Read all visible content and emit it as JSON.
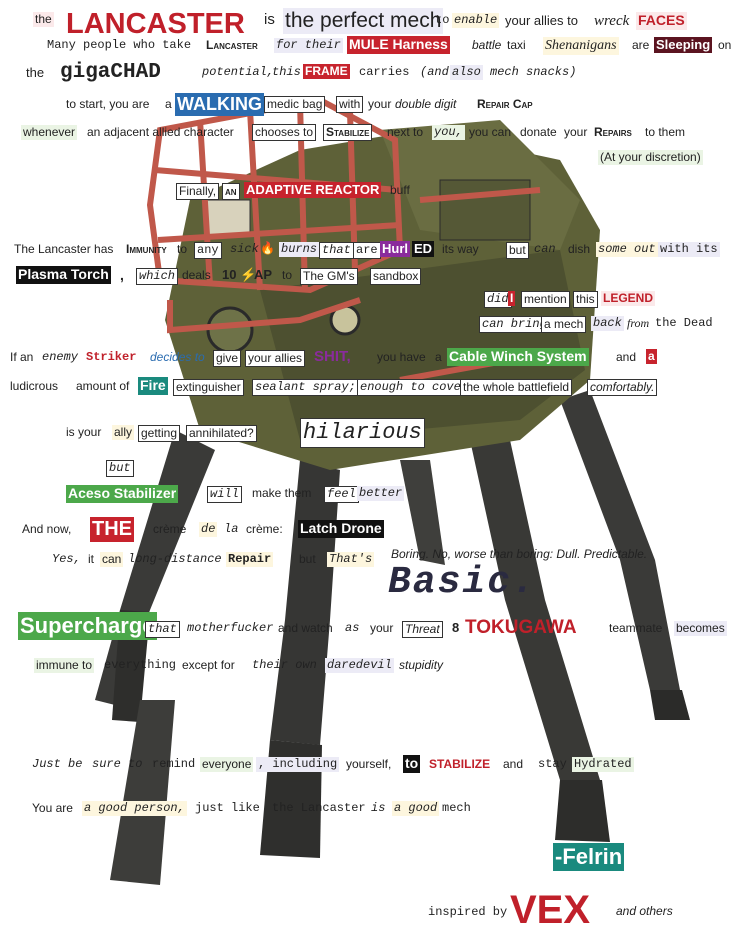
{
  "colors": {
    "accent_red": "#c0202a",
    "green_label": "#4ca84a",
    "teal_label": "#1a8a7e",
    "purple_label": "#8a2b9c",
    "blue_label": "#2a6cb0",
    "mech_olive": "#5e6138"
  },
  "icons": {
    "background": "mech-illustration",
    "fire": "fire-icon",
    "lightning": "lightning-icon"
  },
  "l1": {
    "a": "the",
    "b": "LANCASTER",
    "c": "is",
    "d": "the perfect mech",
    "e": "to",
    "f": "enable",
    "g": "your allies to",
    "h": "wreck",
    "i": "FACES"
  },
  "l2": {
    "a": "Many people who take",
    "b": "Lancaster",
    "c": "for their",
    "d": "MULE Harness",
    "e": "battle",
    "f": "taxi",
    "g": "Shenanigans",
    "h": "are",
    "i": "Sleeping",
    "j": "on"
  },
  "l3": {
    "a": "the",
    "b": "gigaCHAD",
    "c": "potential,",
    "d": "this",
    "e": "FRAME",
    "f": "carries",
    "g": "(and",
    "h": "also",
    "i": "mech snacks)"
  },
  "l4": {
    "a": "to start, you are",
    "b": "a",
    "c": "WALKING",
    "d": "medic bag",
    "e": "with",
    "f": "your",
    "g": "double digit",
    "h": "Repair Cap"
  },
  "l5": {
    "a": "whenever",
    "b": "an adjacent allied character",
    "c": "chooses to",
    "d": "Stabilize",
    "e": "next to",
    "f": "you,",
    "g": "you can",
    "h": "donate",
    "i": "your",
    "j": "Repairs",
    "k": "to them"
  },
  "l6": {
    "a": "(At your discretion)"
  },
  "l7": {
    "a": "Finally,",
    "b": "an",
    "c": "ADAPTIVE REACTOR",
    "d": "buff"
  },
  "l8": {
    "a": "The Lancaster has",
    "b": "Immunity",
    "c": "to",
    "d": "any",
    "e": "sick",
    "f": "burns",
    "g": "that",
    "h": "are",
    "i": "Hurl",
    "j": "ED",
    "k": "its way",
    "l": "but",
    "m": "can",
    "n": "dish",
    "o": "some out",
    "p": "with its"
  },
  "l9": {
    "a": "Plasma Torch",
    "b": ",",
    "c": "which",
    "d": "deals",
    "e": "10",
    "f": "AP",
    "g": "to",
    "h": "The GM's",
    "i": "sandbox"
  },
  "l10": {
    "a": "did",
    "b": "I",
    "c": "mention",
    "d": "this",
    "e": "LEGEND"
  },
  "l11": {
    "a": "can bring",
    "b": "a mech",
    "c": "back",
    "d": "from",
    "e": "the Dead"
  },
  "l12": {
    "a": "If an",
    "b": "enemy",
    "c": "Striker",
    "d": "decides to",
    "e": "give",
    "f": "your allies",
    "g": "SHIT,",
    "h": "you have",
    "i": "a",
    "j": "Cable Winch System",
    "k": "and",
    "l": "a"
  },
  "l13": {
    "a": "ludicrous",
    "b": "amount of",
    "c": "Fire",
    "d": "extinguisher",
    "e": "sealant spray;",
    "f": "enough to cover",
    "g": "the whole battlefield",
    "h": "comfortably."
  },
  "l14": {
    "a": "is your",
    "b": "ally",
    "c": "getting",
    "d": "annihilated?",
    "e": "hilarious"
  },
  "l15": {
    "a": "but"
  },
  "l16": {
    "a": "Aceso Stabilizer",
    "b": "will",
    "c": "make them",
    "d": "feel",
    "e": "better"
  },
  "l17": {
    "a": "And now,",
    "b": "THE",
    "c": "crème",
    "d": "de",
    "e": "la",
    "f": "crème:",
    "g": "Latch Drone"
  },
  "l18": {
    "a": "Yes,",
    "b": "it",
    "c": "can",
    "d": "long-distance",
    "e": "Repair",
    "f": "but",
    "g": "That's",
    "h": "Boring. No, worse than boring: Dull. Predictable.",
    "i": "Basic."
  },
  "l19": {
    "a": "Supercharge",
    "b": "that",
    "c": "motherfucker",
    "d": "and watch",
    "e": "as",
    "f": "your",
    "g": "Threat",
    "h": "8",
    "i": "TOKUGAWA",
    "j": "teammate",
    "k": "becomes"
  },
  "l20": {
    "a": "immune to",
    "b": "everything",
    "c": "except for",
    "d": "their own",
    "e": "daredevil",
    "f": "stupidity"
  },
  "l21": {
    "a": "Just be",
    "b": "sure to",
    "c": "remind",
    "d": "everyone",
    "e": ", including",
    "f": "yourself,",
    "g": "to",
    "h": "STABILIZE",
    "i": "and",
    "j": "stay",
    "k": "Hydrated"
  },
  "l22": {
    "a": "You are",
    "b": "a good person,",
    "c": "just like",
    "d": "the Lancaster",
    "e": "is",
    "f": "a good",
    "g": "mech"
  },
  "sig": {
    "name": "-Felrin",
    "a": "inspired by",
    "b": "VEX",
    "c": "and others"
  }
}
